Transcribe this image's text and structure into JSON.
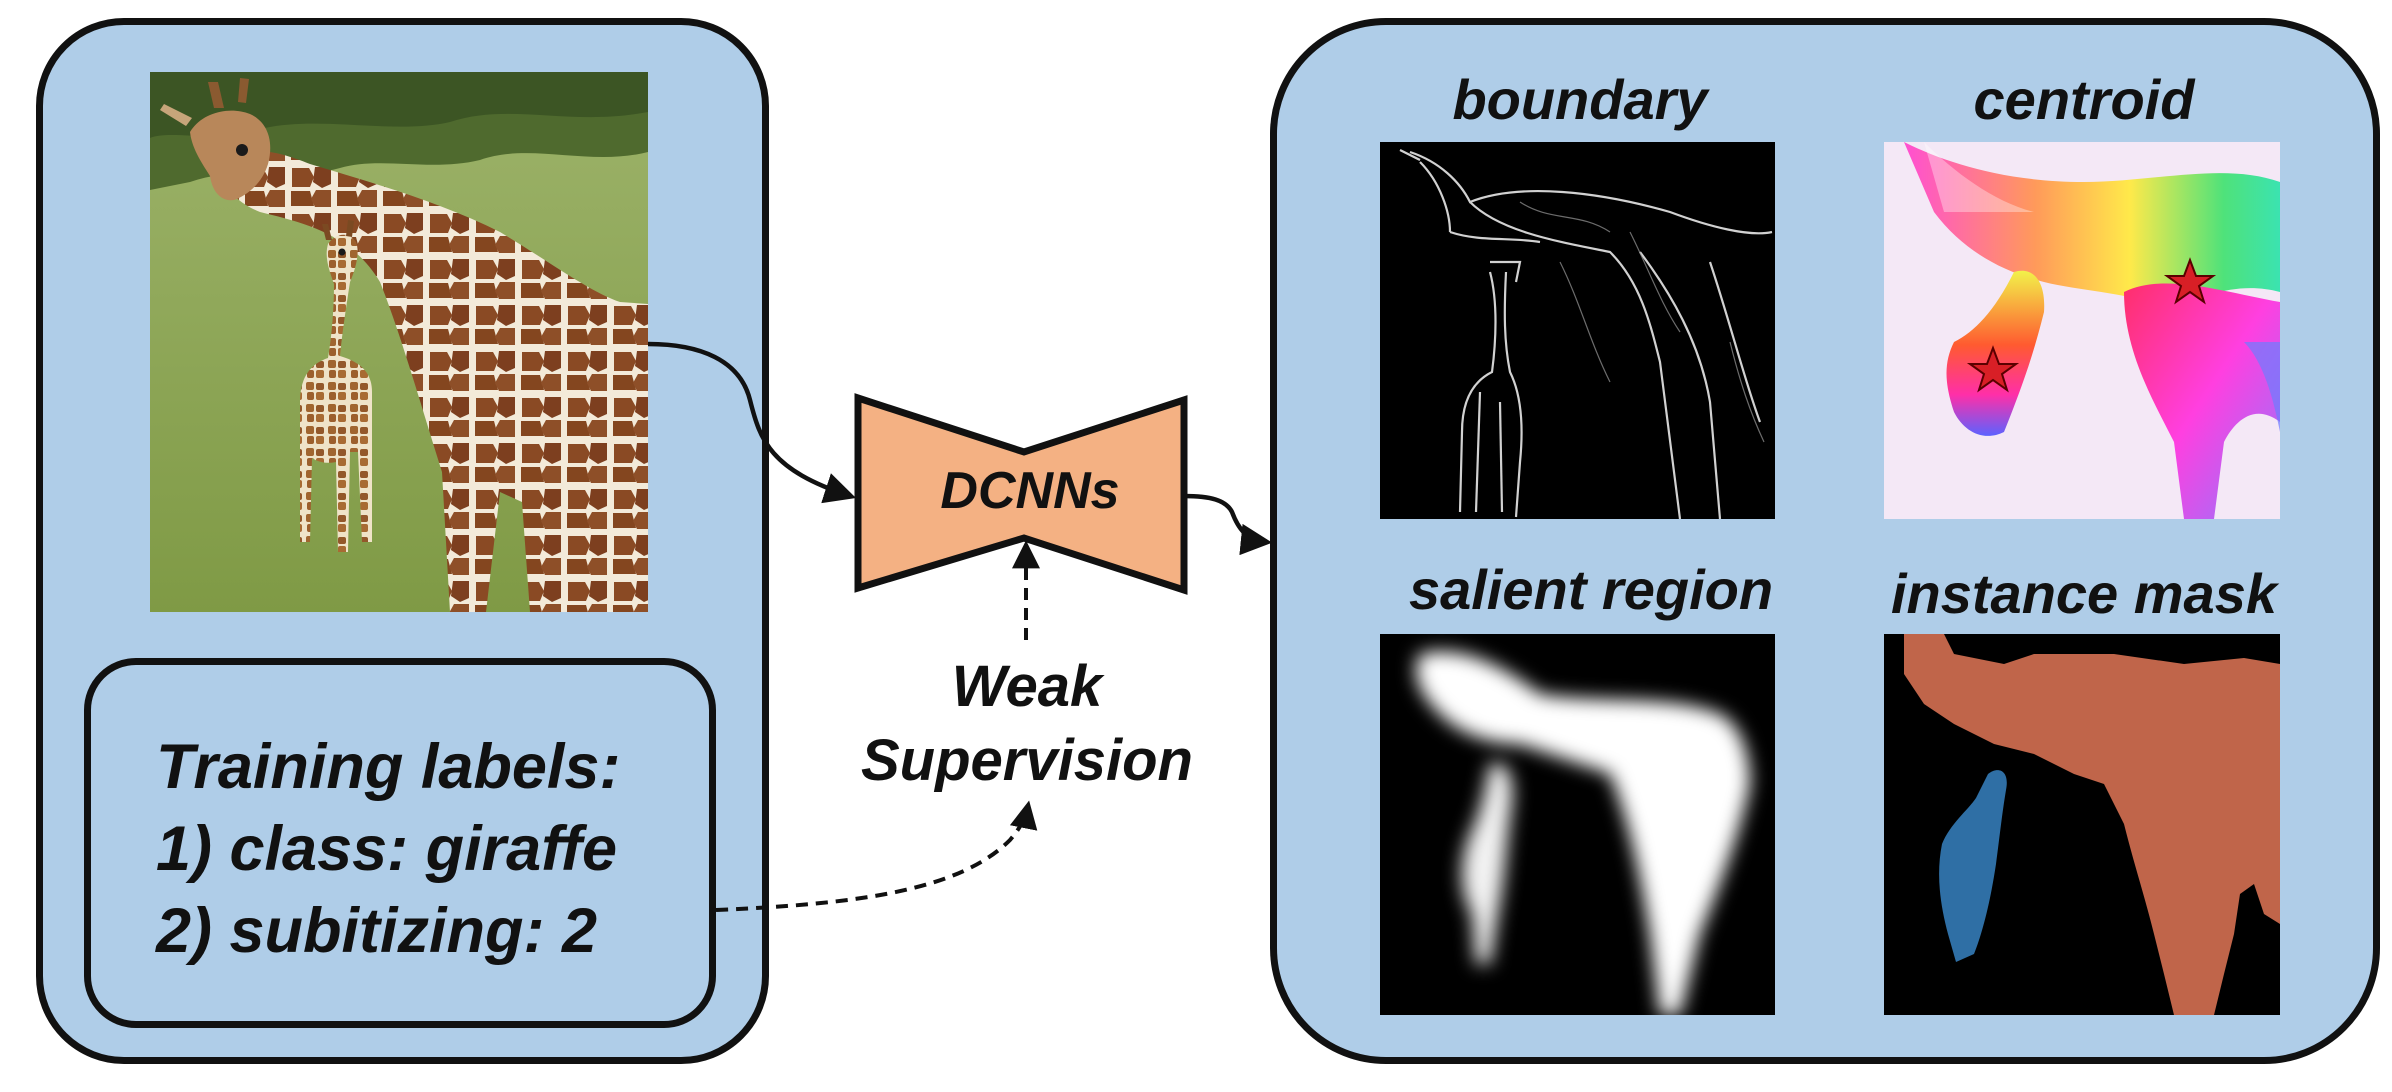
{
  "input_panel": {
    "training_labels": {
      "heading": "Training labels:",
      "class_line": "1) class: giraffe",
      "subitizing_line": "2) subitizing: 2"
    }
  },
  "network": {
    "label": "DCNNs",
    "fill_color": "#f4b183"
  },
  "weak_supervision": {
    "line1": "Weak",
    "line2": "Supervision"
  },
  "output_panel": {
    "boundary": "boundary",
    "centroid": "centroid",
    "salient_region": "salient region",
    "instance_mask": "instance mask"
  },
  "colors": {
    "panel_fill": "#afcde8",
    "outline": "#111111",
    "mask_adult": "#c0654a",
    "mask_child": "#2f6fa5",
    "centroid_star": "#d81f26"
  }
}
